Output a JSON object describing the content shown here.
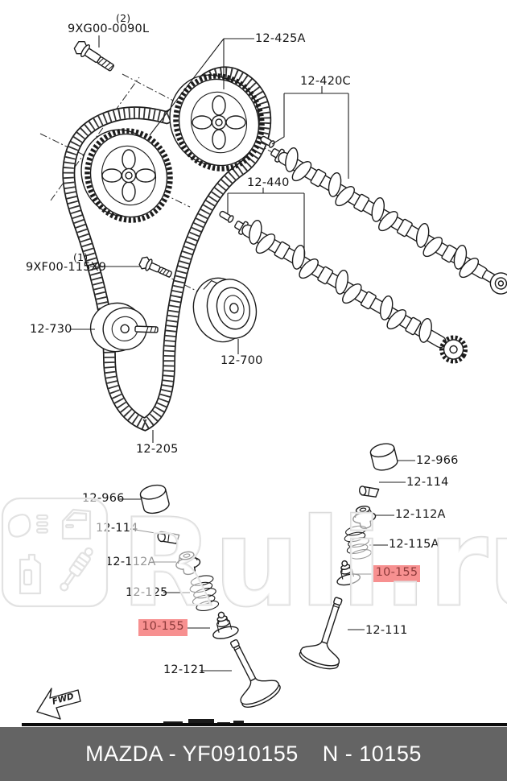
{
  "diagram": {
    "labels": {
      "bolt_top_qty": "(2)",
      "bolt_top": "9XG00-0090L",
      "cam_sprocket": "12-425A",
      "camshaft_exhaust": "12-420C",
      "camshaft_intake": "12-440",
      "bolt_mid_qty": "(1)",
      "bolt_mid": "9XF00-115X9",
      "belt_tensioner": "12-730",
      "idler_pulley": "12-700",
      "timing_belt": "12-205",
      "left_tappet": "12-966",
      "left_valve_keeper": "12-114",
      "left_spring_retainer": "12-112A",
      "left_valve_spring": "12-125",
      "left_valve_seal": "10-155",
      "left_valve": "12-121",
      "right_tappet": "12-966",
      "right_valve_keeper": "12-114",
      "right_spring_retainer": "12-112A",
      "right_valve_spring": "12-115A",
      "right_valve_seal": "10-155",
      "right_valve": "12-111"
    },
    "highlight": {
      "highlighted_part": "10-155",
      "box_color": "#f79090",
      "text_color": "#8c3a3a"
    },
    "fwd_marker": "FWD"
  },
  "watermark": {
    "brand": "Ruli.ru"
  },
  "footer": {
    "left_text": "MAZDA - YF0910155",
    "right_text": "N - 10155",
    "background": "#646464",
    "text_color": "#ffffff"
  }
}
